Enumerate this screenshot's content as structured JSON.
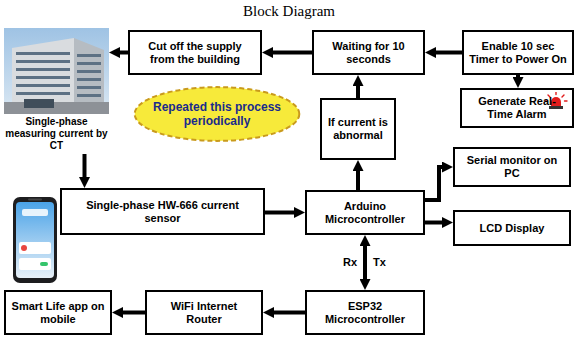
{
  "diagram": {
    "title": "Block Diagram",
    "nodes": [
      {
        "text": [
          "Single-phase measuring current by CT"
        ]
      },
      {
        "text": [
          "Cut off the supply from the building"
        ]
      },
      {
        "text": [
          "Waiting for 10 seconds"
        ]
      },
      {
        "text": [
          "Enable 10 sec Timer to Power On"
        ]
      },
      {
        "text": [
          "Repeated this process periodically"
        ]
      },
      {
        "text": [
          "Generate Real-Time Alarm"
        ]
      },
      {
        "text": [
          "If current is abnormal"
        ]
      },
      {
        "text": [
          "Serial monitor on PC"
        ]
      },
      {
        "text": [
          "Single-phase HW-666 current sensor"
        ]
      },
      {
        "text": [
          "Arduino Microcontroller"
        ]
      },
      {
        "text": [
          "LCD Display"
        ]
      },
      {
        "text": [
          "Smart Life app on mobile"
        ]
      },
      {
        "text": [
          "WiFi Internet Router"
        ]
      },
      {
        "text": [
          "ESP32 Microcontroller"
        ]
      }
    ],
    "edges": [
      {
        "from": 3,
        "to": 2,
        "arrow": "to"
      },
      {
        "from": 3,
        "to": 5,
        "arrow": "to"
      },
      {
        "from": 2,
        "to": 1,
        "arrow": "to"
      },
      {
        "from": 1,
        "to": 0,
        "arrow": "to"
      },
      {
        "from": 0,
        "to": 8,
        "arrow": "to"
      },
      {
        "from": 8,
        "to": 9,
        "arrow": "to"
      },
      {
        "from": 9,
        "to": 6,
        "arrow": "to"
      },
      {
        "from": 6,
        "to": 2,
        "arrow": "to"
      },
      {
        "from": 9,
        "to": 7,
        "arrow": "to"
      },
      {
        "from": 9,
        "to": 10,
        "arrow": "to"
      },
      {
        "from": 9,
        "to": 13,
        "arrow": "both"
      },
      {
        "from": 13,
        "to": 12,
        "arrow": "to"
      },
      {
        "from": 12,
        "to": 11,
        "arrow": "to"
      }
    ],
    "labels": [
      "Rx",
      "Tx"
    ]
  }
}
